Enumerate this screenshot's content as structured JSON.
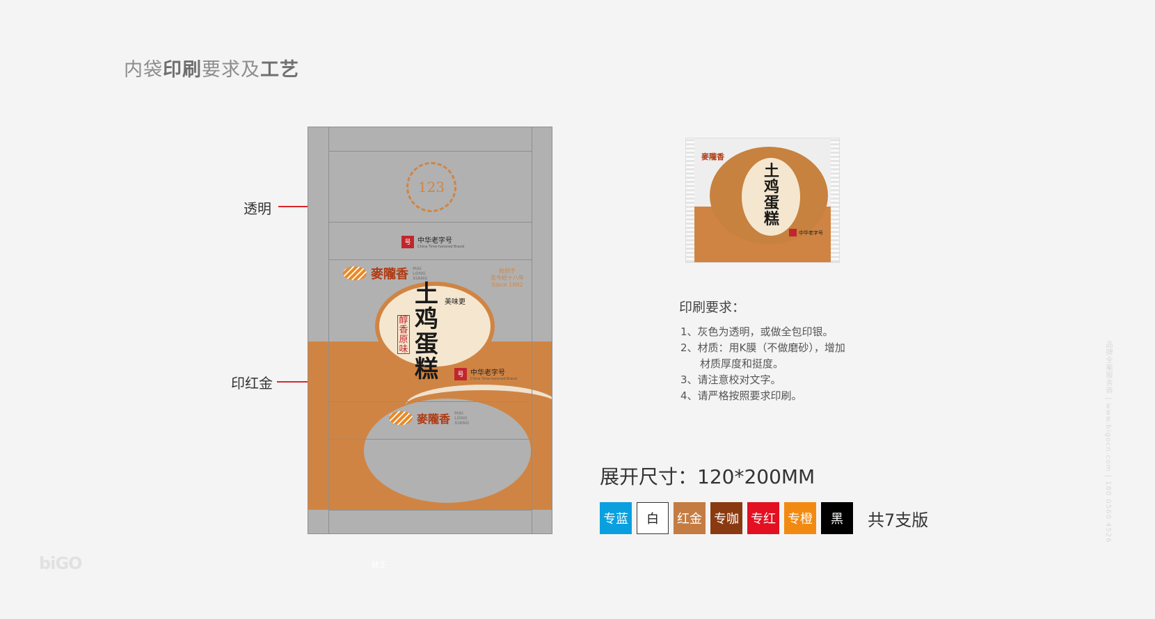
{
  "page": {
    "title_parts": [
      "内袋",
      "印刷",
      "要求及",
      "工艺"
    ]
  },
  "callouts": {
    "top": "透明",
    "bottom": "印红金"
  },
  "dieline": {
    "badge_text": "123",
    "seal_brand": "中华老字号",
    "seal_brand_en": "China Time-honored Brand",
    "brand_name": "麥隴香",
    "brand_en": [
      "MAI",
      "LONG",
      "XIANG"
    ],
    "since_lines": [
      "始创于",
      "迄今经十八年",
      "Since 1892"
    ],
    "product_name": "土鸡蛋糕",
    "tag_small": "美味更",
    "tag_red": "醇香原味",
    "footer_note": "转正"
  },
  "package": {
    "brand_name": "麥隴香",
    "product_name": "土鸡蛋糕",
    "seal_brand": "中华老字号"
  },
  "print_requirements": {
    "heading": "印刷要求：",
    "items": [
      "1、灰色为透明，或做全包印银。",
      "2、材质：用K膜（不做磨砂），增加",
      "材质厚度和挺度。",
      "3、请注意校对文字。",
      "4、请严格按照要求印刷。"
    ]
  },
  "size": {
    "label": "展开尺寸：120*200MM"
  },
  "swatches": [
    {
      "label": "专蓝",
      "color": "#0aa0e0"
    },
    {
      "label": "白",
      "color": "#ffffff"
    },
    {
      "label": "红金",
      "color": "#c47c42"
    },
    {
      "label": "专咖",
      "color": "#8a3a10"
    },
    {
      "label": "专红",
      "color": "#e31021"
    },
    {
      "label": "专橙",
      "color": "#f28a12"
    },
    {
      "label": "黑",
      "color": "#000000"
    }
  ],
  "swatch_total": "共7支版",
  "watermark": {
    "logo": "biGO",
    "side_text": "品牌全案服务商 | www.bigocn.com | 180 0560 4526"
  }
}
